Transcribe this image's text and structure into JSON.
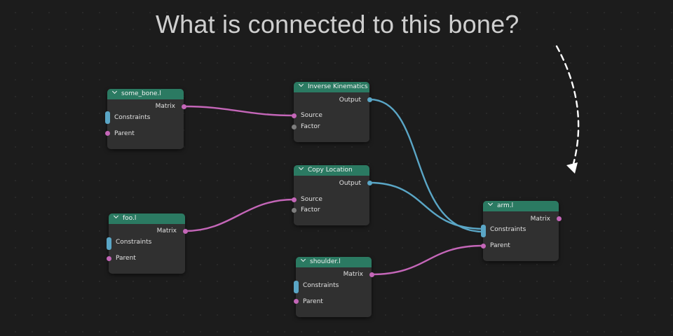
{
  "headline": "What is connected to this bone?",
  "colors": {
    "background": "#1c1c1c",
    "node_body": "#303030",
    "node_header": "#2b7a62",
    "matrix_socket": "#c466b8",
    "constraint_socket": "#5aa6c6",
    "factor_socket": "#7e7e7e",
    "annotation_arrow": "#ffffff"
  },
  "nodes": {
    "some_bone": {
      "title": "some_bone.l",
      "matrix": "Matrix",
      "constraints": "Constraints",
      "parent": "Parent"
    },
    "foo": {
      "title": "foo.l",
      "matrix": "Matrix",
      "constraints": "Constraints",
      "parent": "Parent"
    },
    "inverse_kinematics": {
      "title": "Inverse Kinematics",
      "output": "Output",
      "source": "Source",
      "factor": "Factor"
    },
    "copy_location": {
      "title": "Copy Location",
      "output": "Output",
      "source": "Source",
      "factor": "Factor"
    },
    "shoulder": {
      "title": "shoulder.l",
      "matrix": "Matrix",
      "constraints": "Constraints",
      "parent": "Parent"
    },
    "arm": {
      "title": "arm.l",
      "matrix": "Matrix",
      "constraints": "Constraints",
      "parent": "Parent"
    }
  },
  "links": [
    {
      "from": "some_bone.l Matrix",
      "to": "Inverse Kinematics Source"
    },
    {
      "from": "foo.l Matrix",
      "to": "Copy Location Source"
    },
    {
      "from": "Inverse Kinematics Output",
      "to": "arm.l Constraints"
    },
    {
      "from": "Copy Location Output",
      "to": "arm.l Constraints"
    },
    {
      "from": "shoulder.l Matrix",
      "to": "arm.l Parent"
    }
  ]
}
